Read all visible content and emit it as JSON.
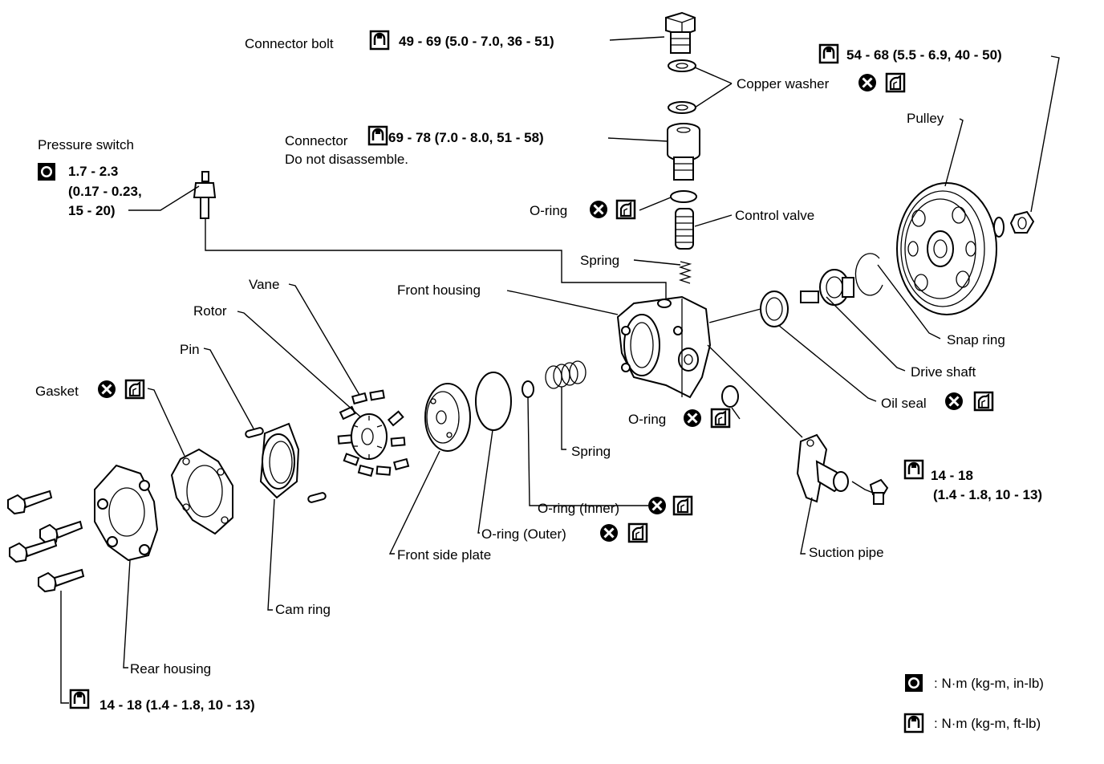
{
  "labels": {
    "connector_bolt": "Connector bolt",
    "connector_bolt_torque": "49 - 69 (5.0 - 7.0, 36 - 51)",
    "copper_washer": "Copper washer",
    "nut_torque": "54 - 68 (5.5 - 6.9, 40 - 50)",
    "pulley": "Pulley",
    "pressure_switch": "Pressure switch",
    "ps_torque_1": "1.7 - 2.3",
    "ps_torque_2": "(0.17 - 0.23,",
    "ps_torque_3": "15 - 20)",
    "connector": "Connector",
    "connector_torque": "69 - 78 (7.0 - 8.0, 51 - 58)",
    "connector_note": "Do not disassemble.",
    "oring_top": "O-ring",
    "control_valve": "Control valve",
    "spring_top": "Spring",
    "front_housing": "Front housing",
    "vane": "Vane",
    "rotor": "Rotor",
    "pin": "Pin",
    "gasket": "Gasket",
    "snap_ring": "Snap ring",
    "drive_shaft": "Drive shaft",
    "oil_seal": "Oil seal",
    "oring_mid": "O-ring",
    "spring_mid": "Spring",
    "suction_torque_1": "14 - 18",
    "suction_torque_2": "(1.4 - 1.8, 10 - 13)",
    "oring_inner": "O-ring (Inner)",
    "oring_outer": "O-ring (Outer)",
    "front_side_plate": "Front side plate",
    "suction_pipe": "Suction pipe",
    "cam_ring": "Cam ring",
    "rear_housing": "Rear housing",
    "rear_torque": "14 - 18 (1.4 - 1.8, 10 - 13)"
  },
  "legend": [
    {
      "icon": "torque-wrench-solid-icon",
      "text": ": N·m (kg-m, in-lb)"
    },
    {
      "icon": "torque-wrench-outline-icon",
      "text": ": N·m (kg-m, ft-lb)"
    }
  ]
}
